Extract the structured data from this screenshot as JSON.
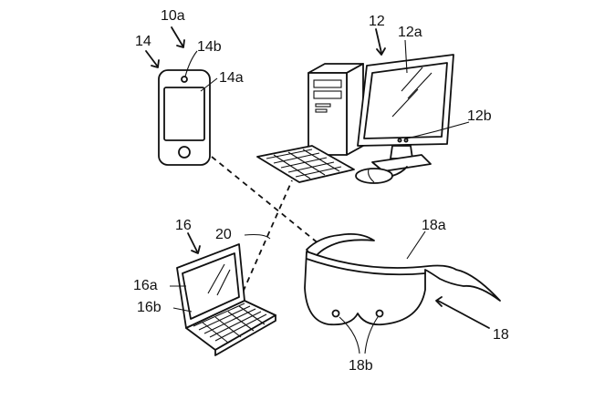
{
  "labels": {
    "system": "10a",
    "phone": "14",
    "phone_camera": "14b",
    "phone_screen": "14a",
    "computer": "12",
    "monitor_screen": "12a",
    "monitor_camera": "12b",
    "laptop": "16",
    "laptop_screen": "16a",
    "laptop_keyboard": "16b",
    "link": "20",
    "goggles": "18",
    "goggles_strap": "18a",
    "goggles_sensors": "18b"
  }
}
